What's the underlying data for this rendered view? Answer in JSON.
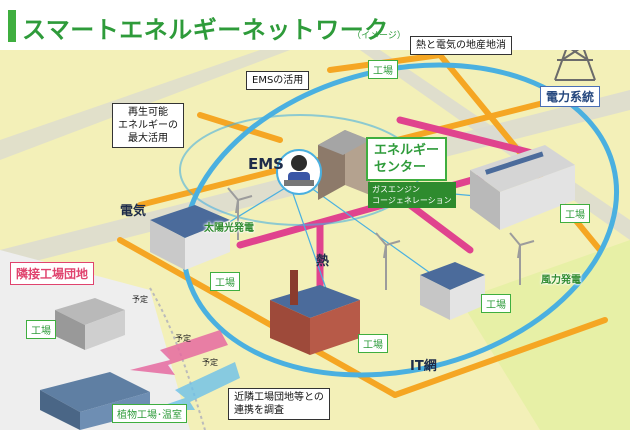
{
  "header": {
    "title": "スマートエネルギーネットワーク",
    "subtitle": "（イメージ）"
  },
  "labels": {
    "power_system": "電力系統",
    "local_production": "熱と電気の地産地消",
    "ems_usage": "EMSの活用",
    "ems": "EMS",
    "renewable": [
      "再生可能",
      "エネルギーの",
      "最大活用"
    ],
    "energy_center": [
      "エネルギー",
      "センター"
    ],
    "cogeneration": [
      "ガスエンジン",
      "コージェネレーション"
    ],
    "electricity": "電気",
    "solar": "太陽光発電",
    "heat": "熱",
    "wind": "風力発電",
    "it_network": "IT網",
    "neighbor_estate": "隣接工場団地",
    "plant_factory": "植物工場･温室",
    "survey": [
      "近隣工場団地等との",
      "連携を調査"
    ],
    "planned": "予定",
    "factory": "工場"
  },
  "colors": {
    "brand_green": "#2e9b3a",
    "heat_pink": "#e0438e",
    "electric_orange": "#f5a623",
    "it_blue": "#4ab0e0",
    "ground": "#f3f0b8"
  }
}
